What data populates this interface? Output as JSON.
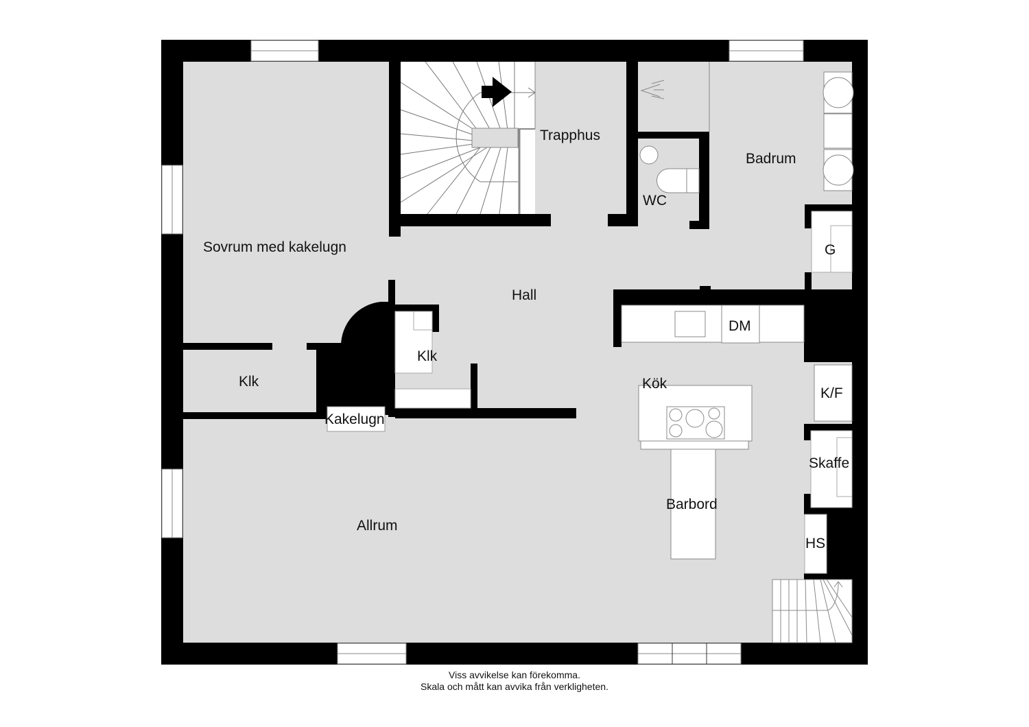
{
  "plan": {
    "colors": {
      "floor": "#dddddd",
      "wall": "#000000",
      "fixture": "#ffffff",
      "line": "#888888",
      "background": "#ffffff"
    },
    "rooms": [
      {
        "id": "sovrum",
        "label": "Sovrum med kakelugn"
      },
      {
        "id": "trapphus",
        "label": "Trapphus"
      },
      {
        "id": "wc",
        "label": "WC"
      },
      {
        "id": "badrum",
        "label": "Badrum"
      },
      {
        "id": "g",
        "label": "G"
      },
      {
        "id": "hall",
        "label": "Hall"
      },
      {
        "id": "klk1",
        "label": "Klk"
      },
      {
        "id": "klk2",
        "label": "Klk"
      },
      {
        "id": "kakelugn",
        "label": "Kakelugn"
      },
      {
        "id": "dm",
        "label": "DM"
      },
      {
        "id": "kok",
        "label": "Kök"
      },
      {
        "id": "kf",
        "label": "K/F"
      },
      {
        "id": "skaffe",
        "label": "Skaffe"
      },
      {
        "id": "barbord",
        "label": "Barbord"
      },
      {
        "id": "hs",
        "label": "HS"
      },
      {
        "id": "allrum",
        "label": "Allrum"
      }
    ],
    "icons": [
      "stair-arrow-icon",
      "shower-icon",
      "toilet-icon",
      "sink-icon",
      "cooktop-icon",
      "stair-up-arrow-icon"
    ]
  },
  "footer": {
    "line1": "Viss avvikelse kan förekomma.",
    "line2": "Skala och mått kan avvika från verkligheten."
  }
}
